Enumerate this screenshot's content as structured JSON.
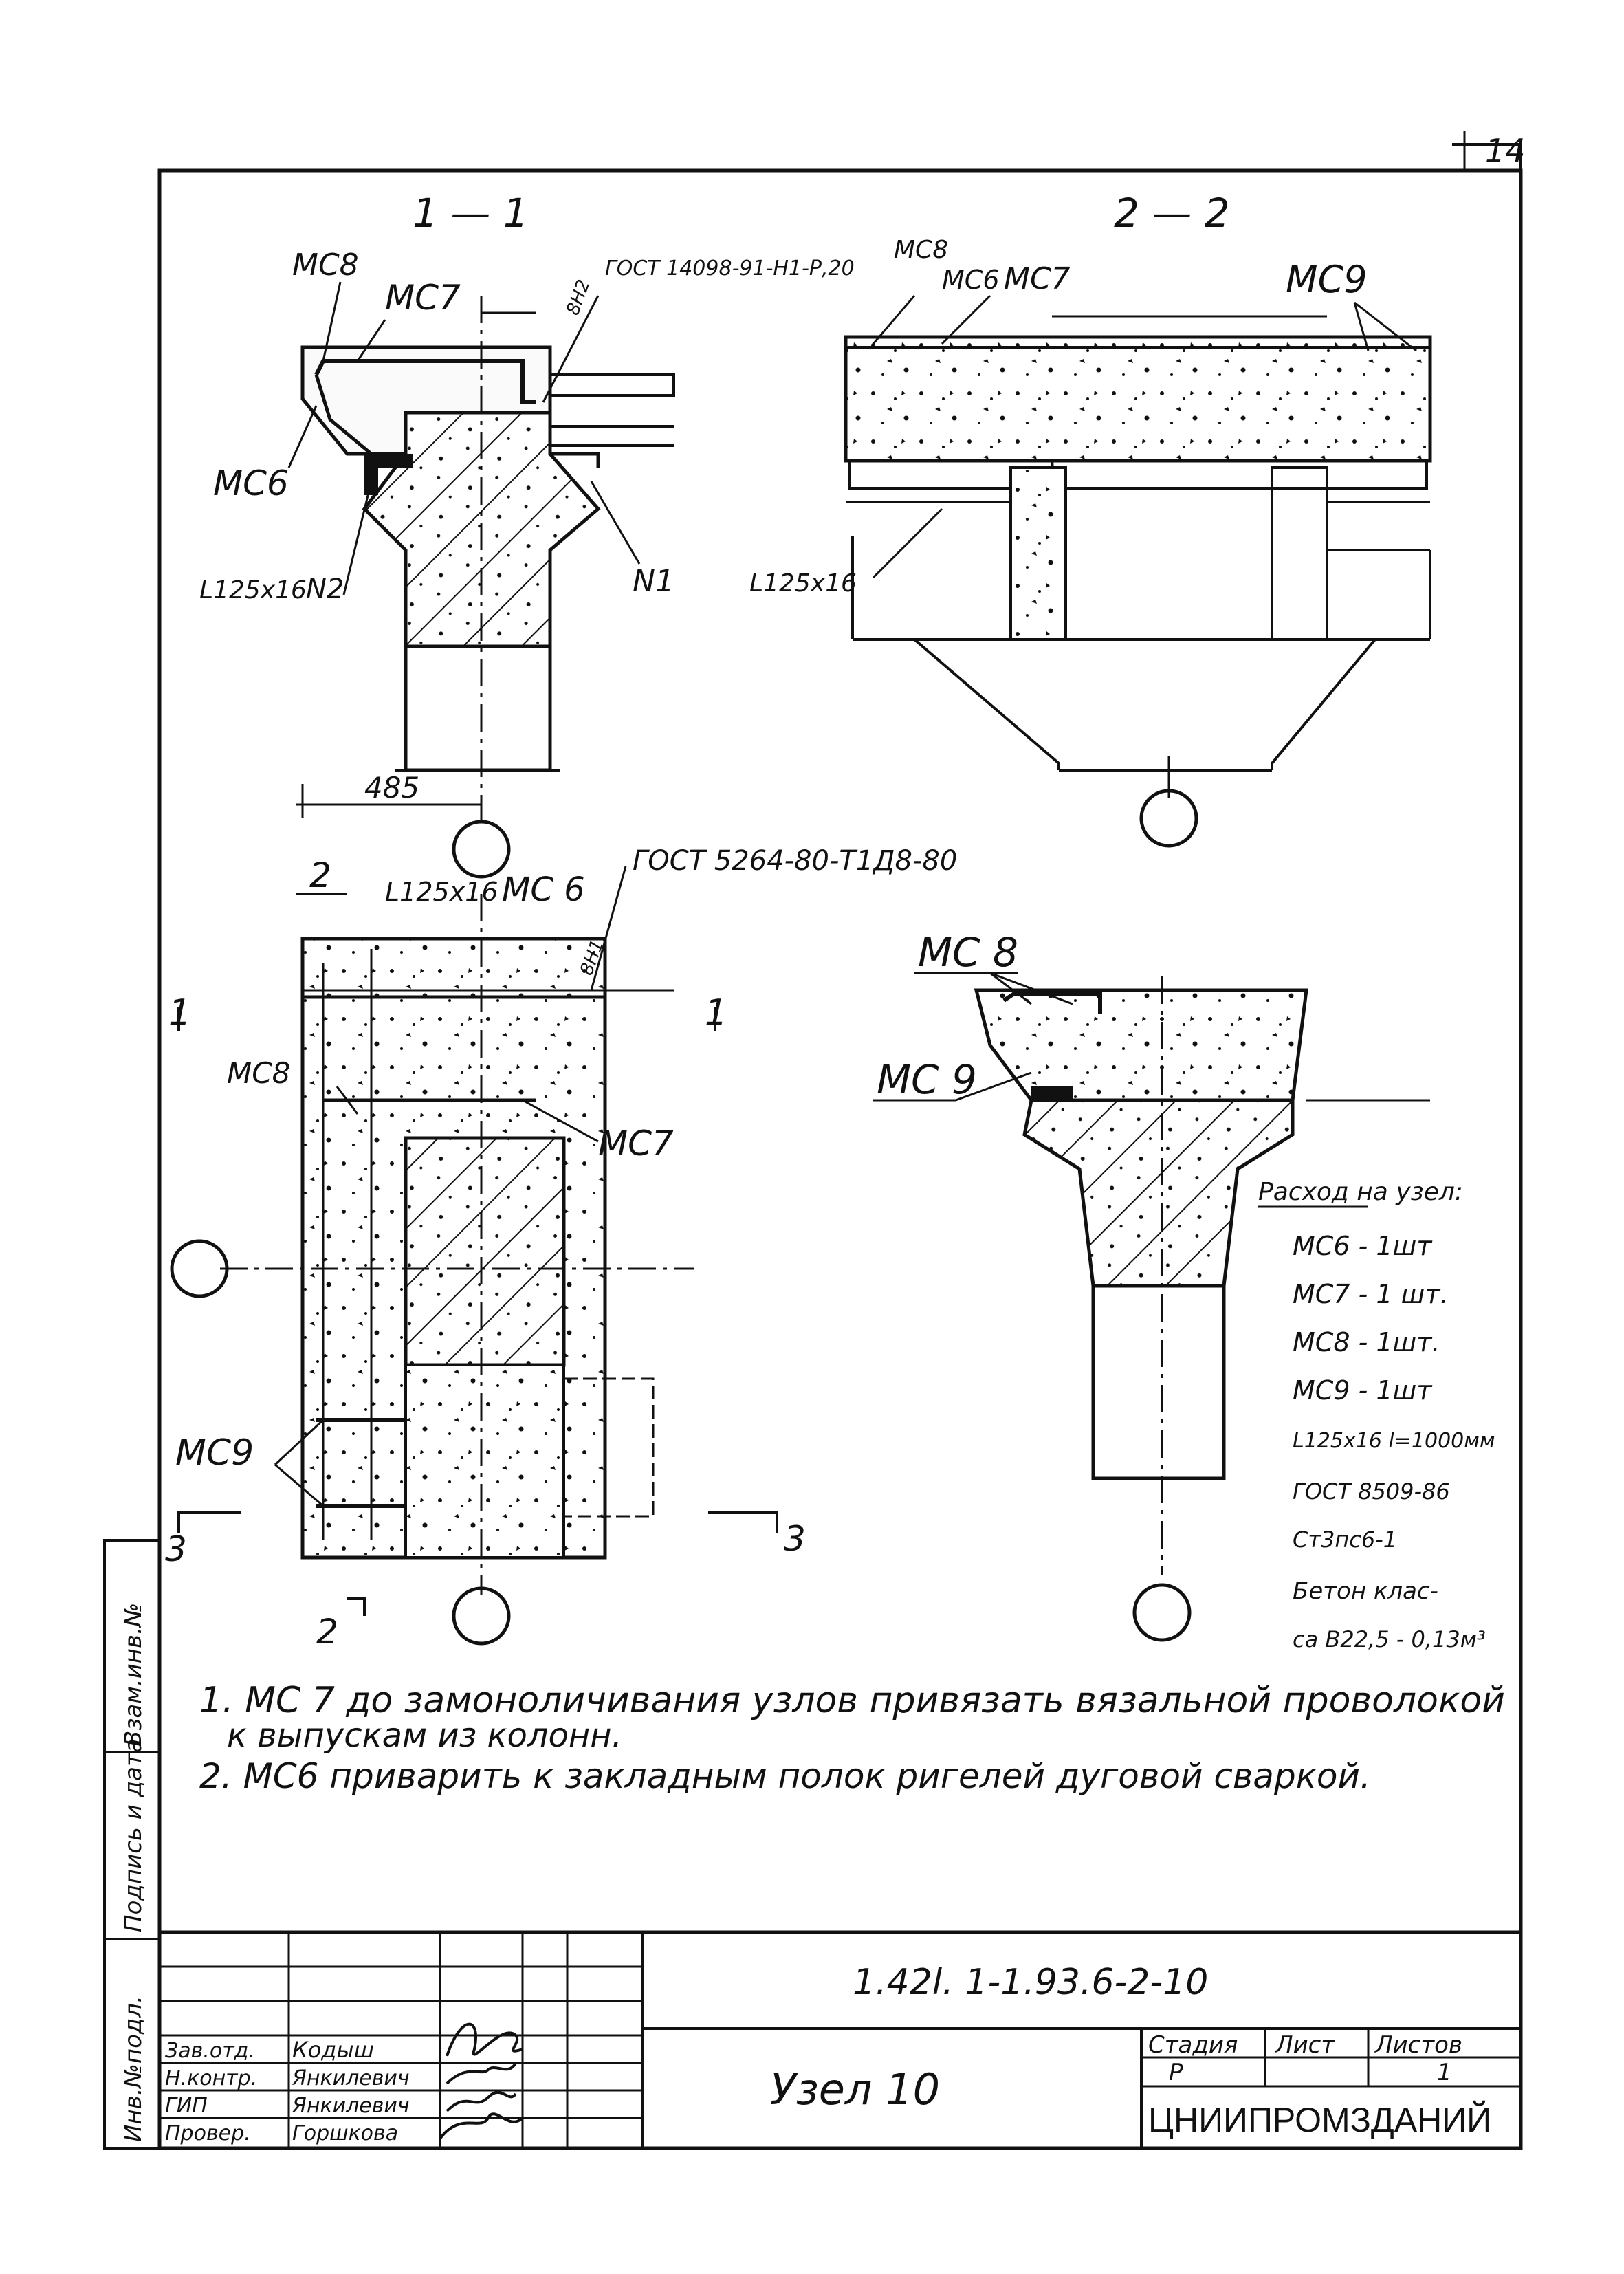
{
  "sheet": {
    "number": "14",
    "code": "1.42l. 1-1.93.6-2-10",
    "title": "Узел 10",
    "organization": "ЦНИИПРОМЗДАНИЙ"
  },
  "sections": {
    "s11": "1 — 1",
    "s22": "2 — 2",
    "cut1": "1",
    "cut2": "2",
    "cut3": "3"
  },
  "labels": {
    "mc6": "МС6",
    "mc6b": "МС 6",
    "mc7": "МС7",
    "mc8": "МС8",
    "mc8b": "МС 8",
    "mc9": "МС9",
    "mc9b": "МС 9",
    "angle1": "L125x16",
    "angle2": "L125x16",
    "angle3": "L125x16",
    "n1": "N1",
    "n2": "N2",
    "dim485": "485",
    "gost1": "ГОСТ 14098-91-Н1-Р,20",
    "gost2": "ГОСТ 5264-80-Т1Д8-80",
    "weld1": "8Н2",
    "weld2": "8Н1"
  },
  "consumption": {
    "heading": "Расход на узел:",
    "lines": [
      "МС6 - 1шт",
      "МС7 - 1 шт.",
      "МС8 - 1шт.",
      "МС9 - 1шт",
      "L125x16 l=1000мм",
      "ГОСТ 8509-86",
      "Ст3пс6-1",
      "Бетон клас-",
      "са В22,5 - 0,13м³"
    ]
  },
  "notes": [
    "1. МС 7 до замоноличивания узлов привязать вязальной проволокой",
    "к выпускам из колонн.",
    "2. МС6 приварить к закладным полок ригелей дуговой сваркой."
  ],
  "stamp": {
    "roles": [
      "Зав.отд.",
      "Н.контр.",
      "ГИП",
      "Провер."
    ],
    "names": [
      "Кодыш",
      "Янкилевич",
      "Янкилевич",
      "Горшкова"
    ],
    "stage_header": "Стадия",
    "sheet_header": "Лист",
    "sheets_header": "Листов",
    "stage": "Р",
    "sheet_no": "1"
  },
  "margin": {
    "inv_orig": "Инв.№подл.",
    "sign_date": "Подпись и дата",
    "inv_repl": "Взам.инв.№"
  }
}
